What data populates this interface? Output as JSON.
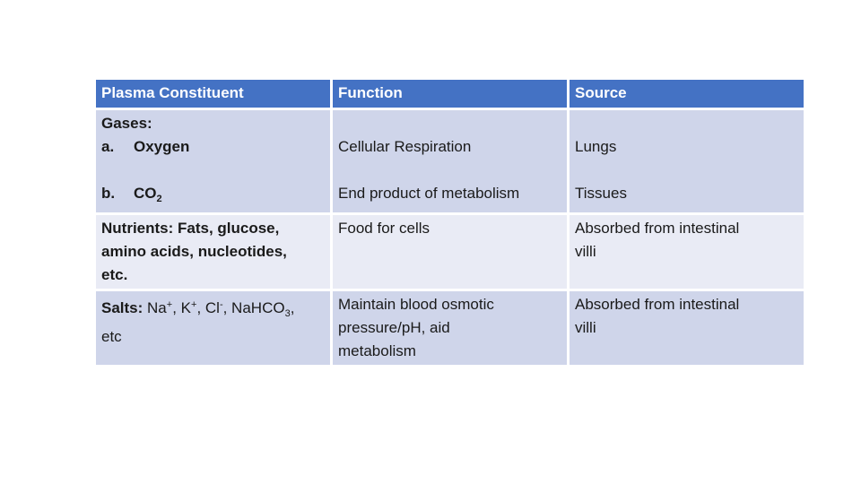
{
  "table": {
    "colors": {
      "header_bg": "#4472c4",
      "header_text": "#ffffff",
      "band_dark": "#cfd5ea",
      "band_light": "#e9ebf5",
      "body_text": "#1a1a1a",
      "divider": "#ffffff"
    },
    "headers": [
      "Plasma Constituent",
      "Function",
      "Source"
    ],
    "gases": {
      "heading": "Gases:",
      "item_a": {
        "marker": "a.",
        "text": "Oxygen"
      },
      "item_b": {
        "marker": "b.",
        "base": "CO",
        "subscript": "2"
      },
      "function_line1": "Cellular Respiration",
      "function_line2": "End product of metabolism",
      "source_line1": "Lungs",
      "source_line2": "Tissues"
    },
    "nutrients": {
      "constituent_line1": "Nutrients: Fats, glucose,",
      "constituent_line2": "amino acids, nucleotides,",
      "constituent_line3": "etc.",
      "function": "Food for cells",
      "source_line1": "Absorbed from intestinal",
      "source_line2": "villi"
    },
    "salts": {
      "label": "Salts:",
      "seg_na": " Na",
      "seg_na_sup": "+",
      "seg_k": ", K",
      "seg_k_sup": "+",
      "seg_cl": ", Cl",
      "seg_cl_sup": "-",
      "seg_bicarb": ", NaHCO",
      "seg_bicarb_sub": "3",
      "seg_comma": ",",
      "constituent_line2": "etc",
      "function_line1": "Maintain blood osmotic",
      "function_line2": "pressure/pH, aid",
      "function_line3": "metabolism",
      "source_line1": "Absorbed from intestinal",
      "source_line2": "villi"
    }
  }
}
